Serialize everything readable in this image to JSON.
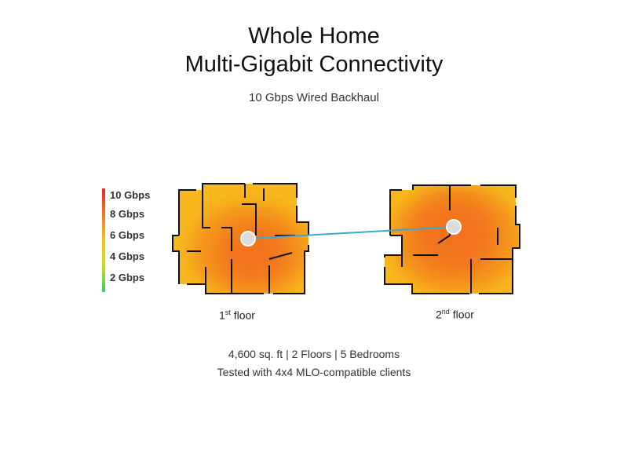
{
  "title_line1": "Whole Home",
  "title_line2": "Multi-Gigabit Connectivity",
  "subtitle": "10 Gbps Wired Backhaul",
  "legend": {
    "labels": [
      "10 Gbps",
      "8 Gbps",
      "6 Gbps",
      "4 Gbps",
      "2 Gbps"
    ],
    "gradient_colors": [
      "#e8262b",
      "#f07a24",
      "#f5c21f",
      "#c9dc1e",
      "#2fd36a"
    ]
  },
  "floors": {
    "first": {
      "number": "1",
      "suffix": "st",
      "word": "floor"
    },
    "second": {
      "number": "2",
      "suffix": "nd",
      "word": "floor"
    }
  },
  "connection_color": "#3aa7d6",
  "heat_colors": {
    "outer": "#f7b81e",
    "mid": "#f59a1a",
    "core": "#f2731a"
  },
  "footer": {
    "line1": "4,600 sq. ft | 2 Floors | 5 Bedrooms",
    "line2": "Tested with 4x4 MLO-compatible clients"
  }
}
